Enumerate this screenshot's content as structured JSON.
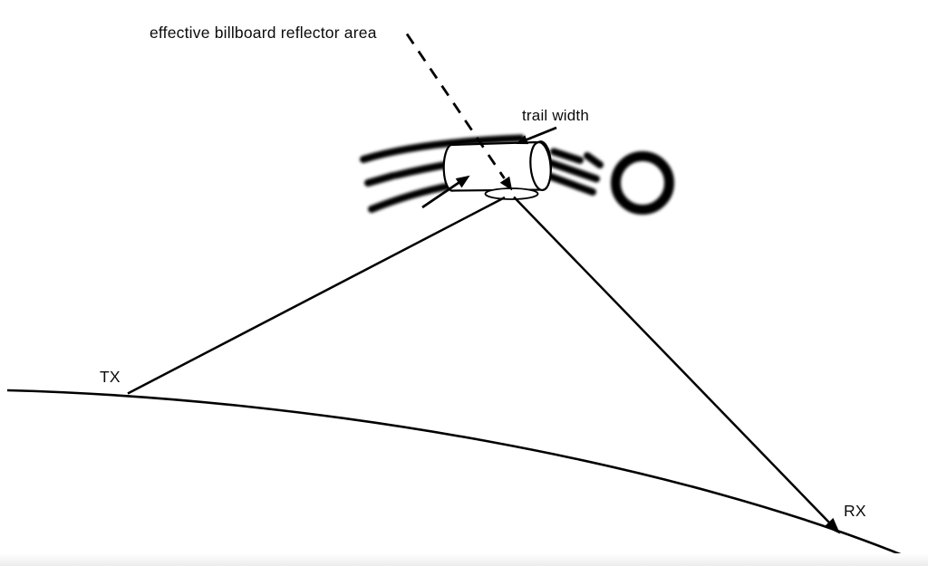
{
  "figure": {
    "title": "meteor-scatter billboard reflector geometry diagram",
    "labels": {
      "reflector_area": "effective billboard reflector area",
      "trail_width": "trail width",
      "tx": "TX",
      "rx": "RX"
    },
    "colors": {
      "ink": "#000000",
      "background": "#ffffff",
      "bottom_band": "#ededed"
    }
  }
}
